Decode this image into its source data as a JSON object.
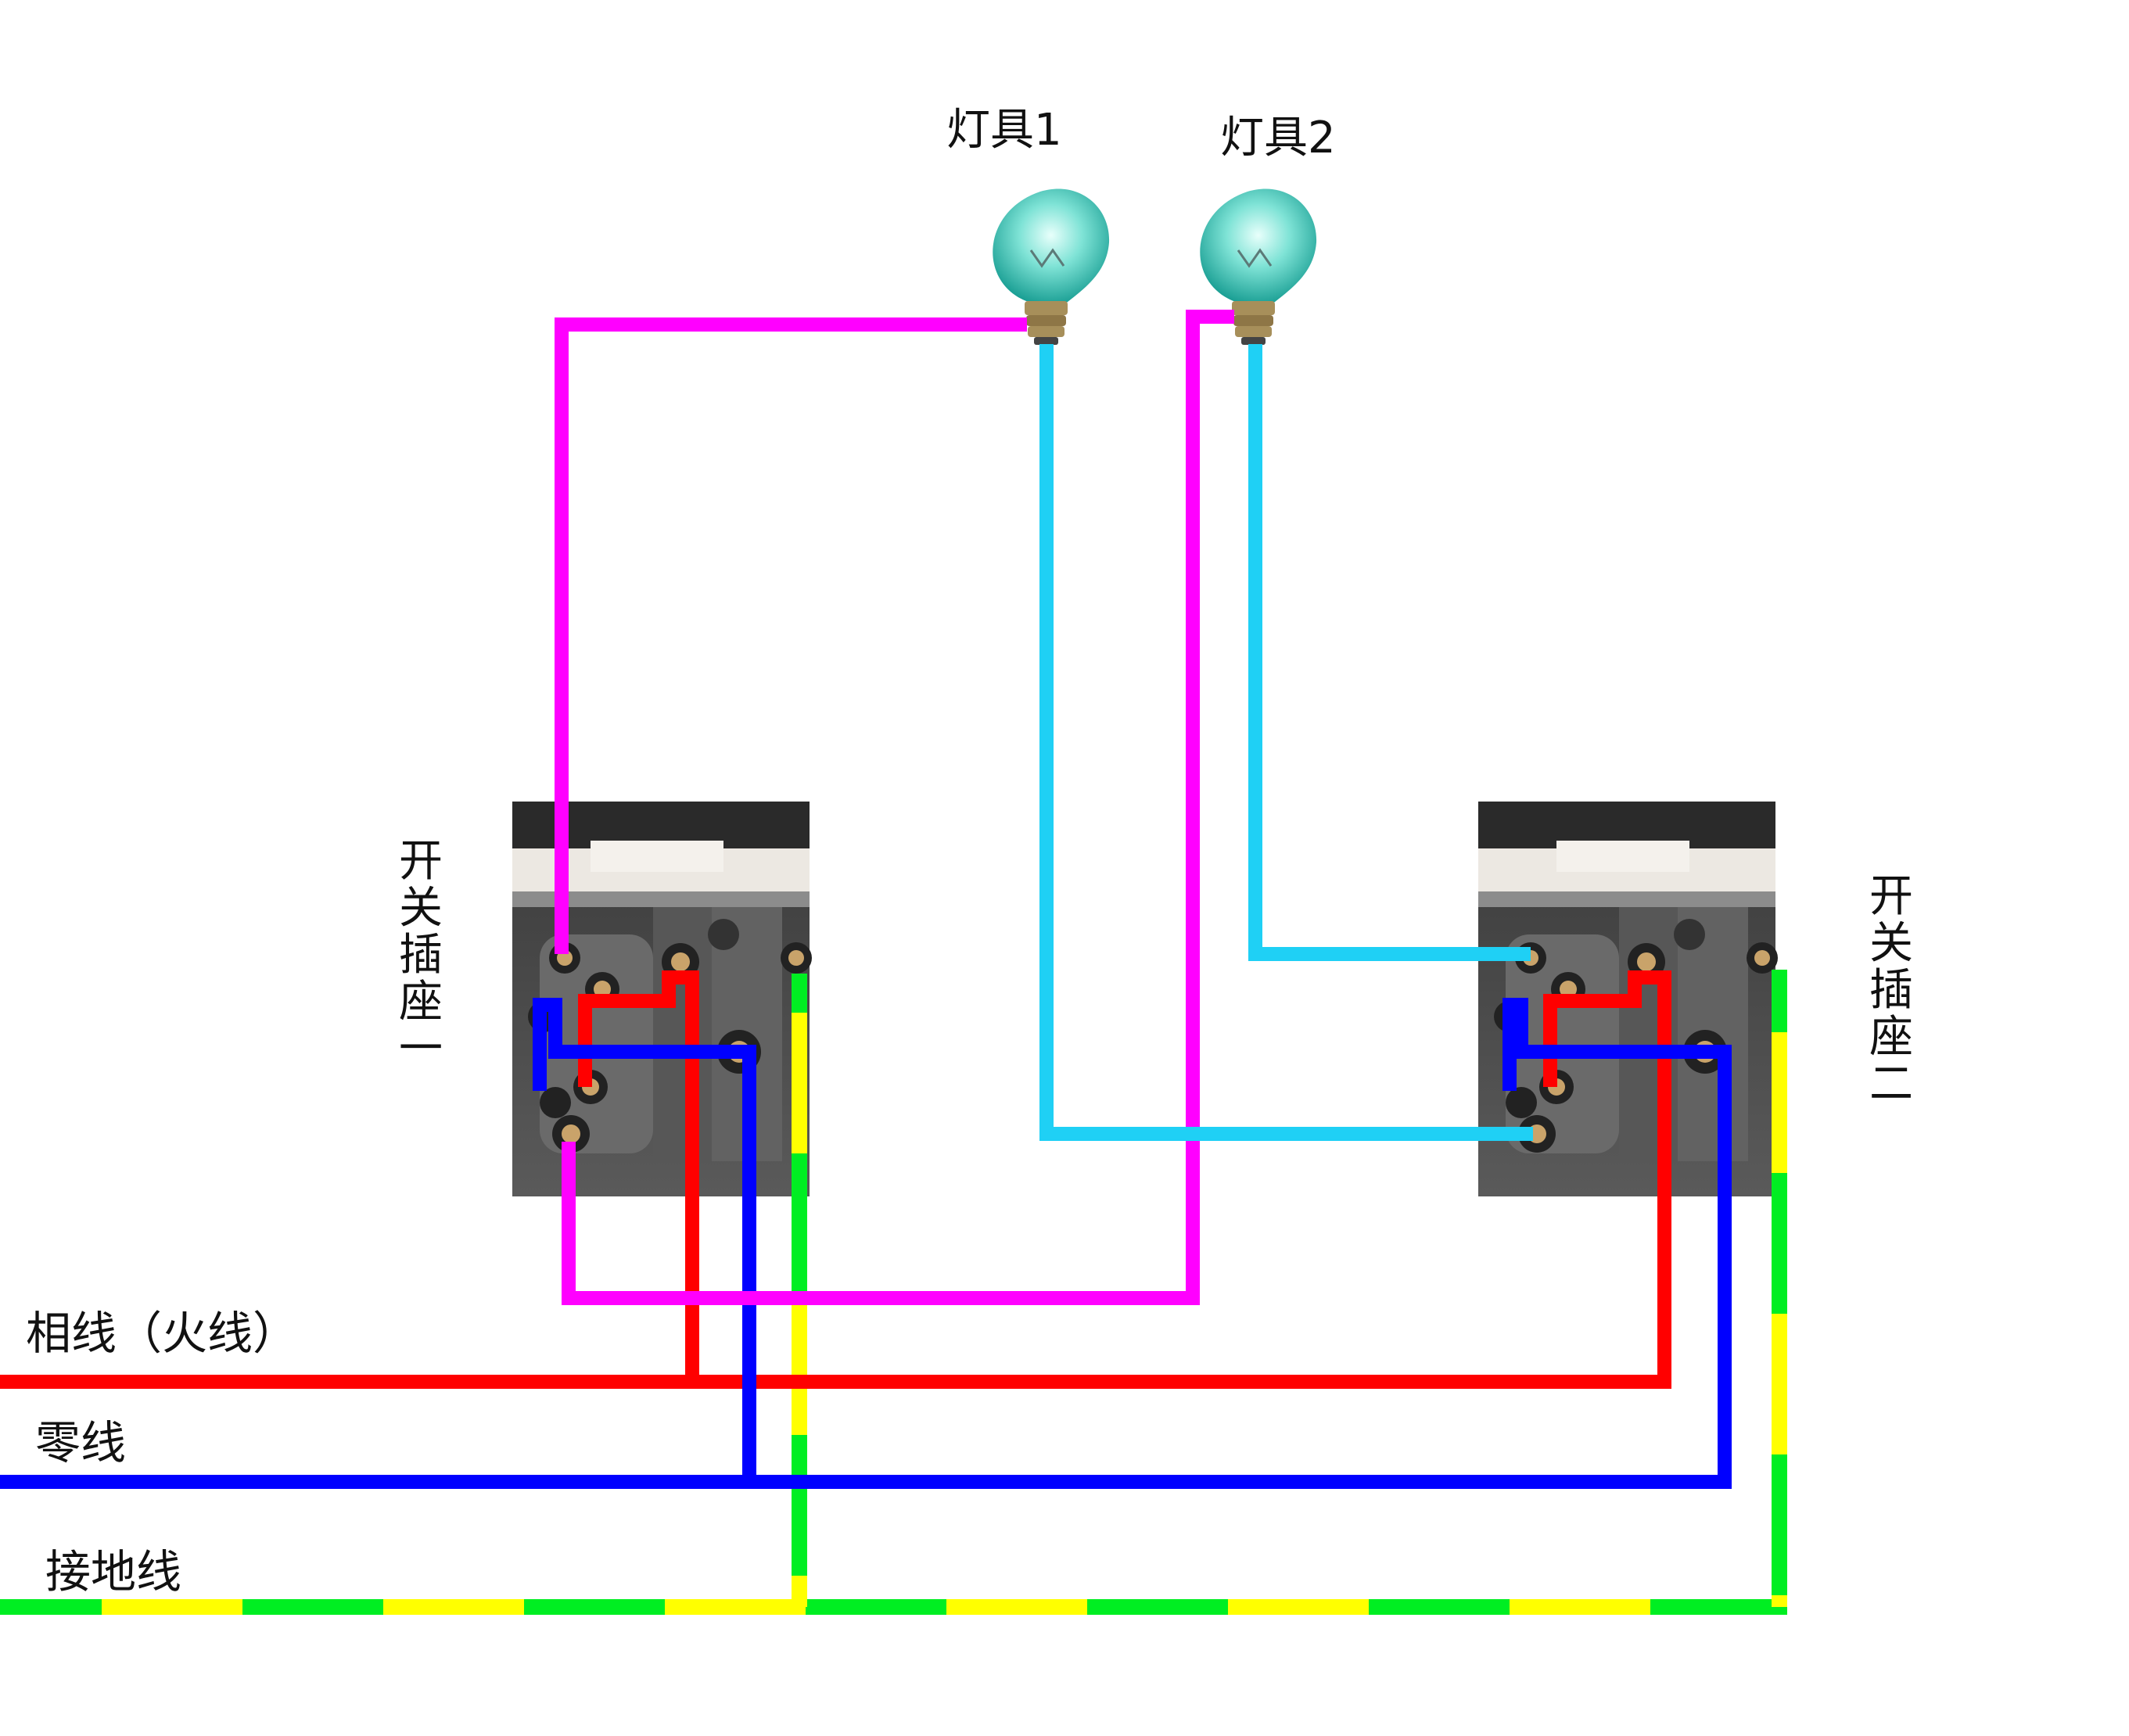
{
  "lamps": [
    {
      "label": "灯具1"
    },
    {
      "label": "灯具2"
    }
  ],
  "switch_sockets": [
    {
      "label_chars": [
        "开",
        "关",
        "插",
        "座",
        "一"
      ]
    },
    {
      "label_chars": [
        "开",
        "关",
        "插",
        "座",
        "二"
      ]
    }
  ],
  "lines": {
    "phase": {
      "label": "相线（火线）",
      "color": "#ff0000"
    },
    "neutral": {
      "label": "零线",
      "color": "#0000ff"
    },
    "ground": {
      "label": "接地线",
      "colors": [
        "#00ee22",
        "#ffff00"
      ]
    }
  },
  "wire_colors": {
    "switched_live": "#ff00ff",
    "lamp_return": "#1fd0f5"
  }
}
